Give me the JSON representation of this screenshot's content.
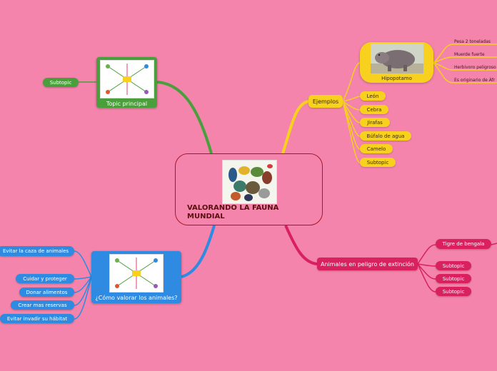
{
  "central": {
    "title": "VALORANDO LA FAUNA MUNDIAL",
    "image_icon": "animals-collage-icon"
  },
  "colors": {
    "background": "#f484ab",
    "green": "#4a9f3c",
    "yellow": "#f7d11e",
    "red": "#d9215f",
    "blue": "#2f8be2",
    "central_border": "#a3182f"
  },
  "topic_principal": {
    "label": "Topic principal",
    "image_icon": "mindmap-thumbnail-icon",
    "subtopic": "Subtopic"
  },
  "ejemplos": {
    "label": "Ejemplos",
    "hipopotamo": {
      "label": "Hipopotamo",
      "image_icon": "hippo-photo-icon",
      "facts": [
        "Pesa 2 toneladas",
        "Muerde fuerte",
        "Herbivoro peligroso",
        "Es originario de Áfr"
      ]
    },
    "items": [
      "León",
      "Cebra",
      "Jirafas",
      "Búfalo de agua",
      "Camelo",
      "Subtopic"
    ]
  },
  "extincion": {
    "label": "Animales en peligro de extinción",
    "items": [
      "Tigre de bengala",
      "Subtopic",
      "Subtopic",
      "Subtopic"
    ]
  },
  "valorar": {
    "label": "¿Cómo valorar los animales?",
    "image_icon": "mindmap-thumbnail-icon",
    "items": [
      "Evitar la caza de animales",
      "Cuidar y proteger",
      "Donar alimentos",
      "Crear mas reservas",
      "Evitar invadir su hábitat"
    ]
  }
}
